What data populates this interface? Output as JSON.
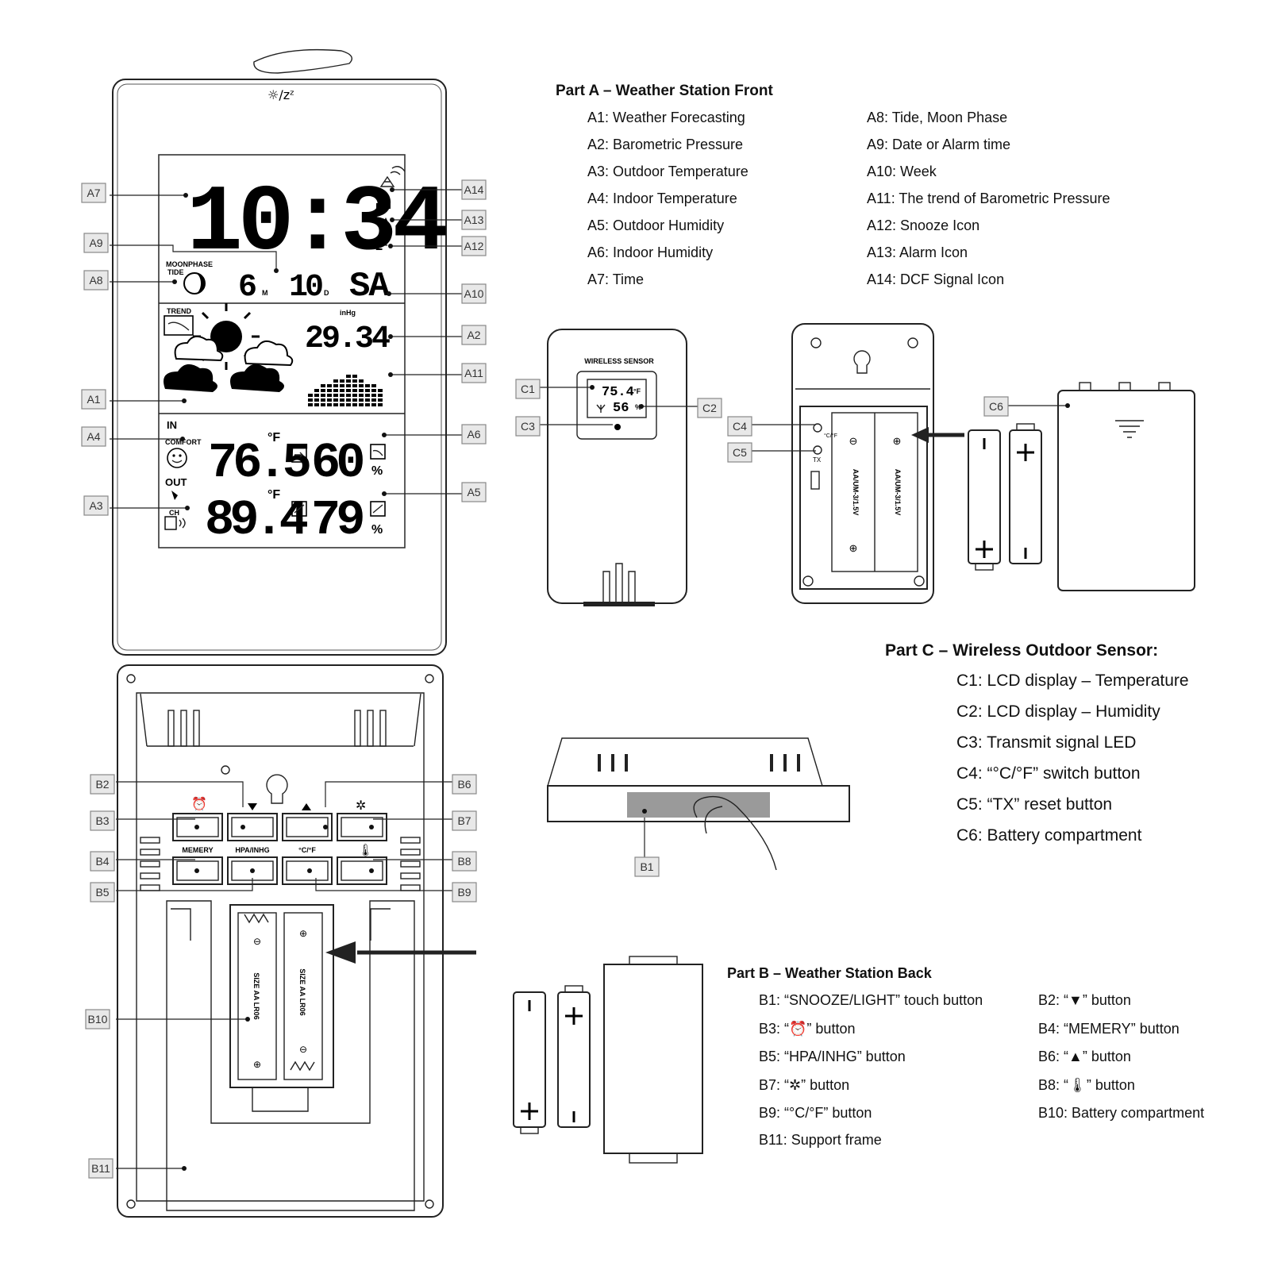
{
  "part_a": {
    "title": "Part A – Weather Station Front",
    "items": [
      "A1: Weather Forecasting",
      "A2: Barometric Pressure",
      "A3: Outdoor Temperature",
      "A4: Indoor Temperature",
      "A5: Outdoor Humidity",
      "A6: Indoor Humidity",
      "A7: Time",
      "A8: Tide, Moon Phase",
      "A9: Date or Alarm time",
      "A10: Week",
      "A11: The trend of Barometric Pressure",
      "A12: Snooze Icon",
      "A13: Alarm Icon",
      "A14: DCF Signal Icon"
    ]
  },
  "part_b": {
    "title": "Part B – Weather Station Back",
    "items": [
      "B1: “SNOOZE/LIGHT” touch button",
      "B2: “▼” button",
      "B3: “⏰” button",
      "B4: “MEMERY” button",
      "B5: “HPA/INHG” button",
      "B6: “▲” button",
      "B7: “✲” button",
      "B8: “🌡” button",
      "B9: “°C/°F” button",
      "B10: Battery compartment",
      "B11: Support frame"
    ]
  },
  "part_c": {
    "title": "Part C – Wireless Outdoor Sensor:",
    "items": [
      "C1: LCD display – Temperature",
      "C2: LCD display – Humidity",
      "C3: Transmit signal LED",
      "C4: “°C/°F” switch button",
      "C5: “TX” reset button",
      "C6: Battery compartment"
    ]
  },
  "callouts": [
    "A1",
    "A2",
    "A3",
    "A4",
    "A5",
    "A6",
    "A7",
    "A8",
    "A9",
    "A10",
    "A11",
    "A12",
    "A13",
    "A14",
    "B1",
    "B2",
    "B3",
    "B4",
    "B5",
    "B6",
    "B7",
    "B8",
    "B9",
    "B10",
    "B11",
    "C1",
    "C2",
    "C3",
    "C4",
    "C5",
    "C6"
  ],
  "front_display": {
    "top_icon": "☼/zᶻ",
    "time": "10:34",
    "month": "6",
    "month_unit": "M",
    "day": "10",
    "day_unit": "D",
    "weekday": "SA",
    "moonphase_label": "MOONPHASE",
    "tide_label": "TIDE",
    "trend_label": "TREND",
    "pressure_unit": "inHg",
    "pressure": "29.34",
    "in_label": "IN",
    "comfort_label": "COMFORT",
    "in_temp": "76.5",
    "in_temp_unit": "°F",
    "in_humidity": "60",
    "out_label": "OUT",
    "out_temp": "89.4",
    "out_temp_unit": "°F",
    "out_humidity": "79",
    "humidity_unit": "%",
    "channel_label": "CH"
  },
  "back_panel": {
    "memory_label": "MEMERY",
    "hpa_label": "HPA/INHG",
    "cf_label": "°C/°F",
    "battery_label": "SIZE AA LR06"
  },
  "sensor": {
    "title": "WIRELESS SENSOR",
    "temperature": "75.4",
    "temperature_unit": "°F",
    "humidity": "56",
    "humidity_unit": "%",
    "battery_label": "AA/UM-3/1.5V",
    "switch_label": "°C/°F",
    "tx_label": "TX"
  }
}
